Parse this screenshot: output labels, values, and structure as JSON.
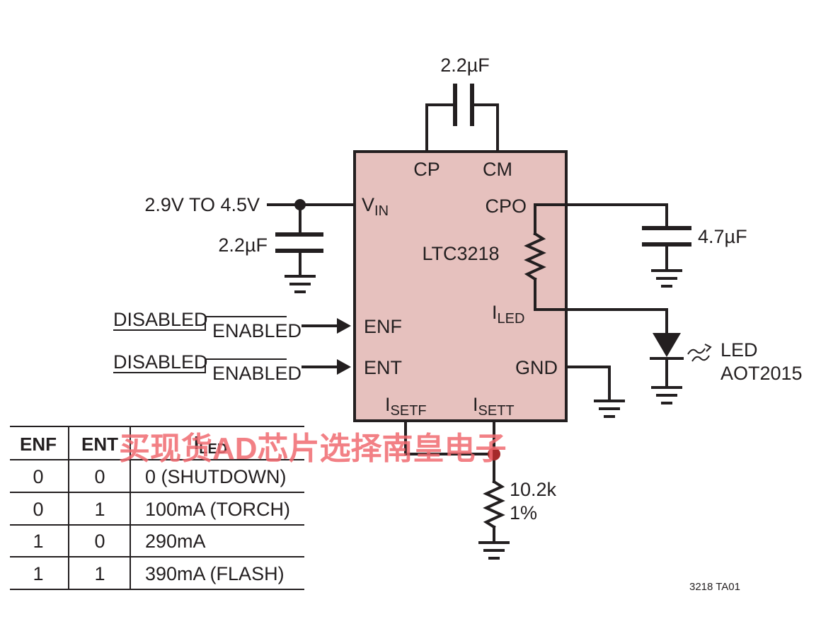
{
  "colors": {
    "chip_fill": "#e6c1be",
    "wire": "#231f20",
    "node_dot": "#a52a2a",
    "watermark": "#f06a70"
  },
  "chip": {
    "name": "LTC3218",
    "pins": {
      "cp": "CP",
      "cm": "CM",
      "vin": "V",
      "vin_sub": "IN",
      "cpo": "CPO",
      "iled": "I",
      "iled_sub": "LED",
      "enf": "ENF",
      "ent": "ENT",
      "gnd": "GND",
      "isetf": "I",
      "isetf_sub": "SETF",
      "isett": "I",
      "isett_sub": "SETT"
    }
  },
  "components": {
    "flying_cap": "2.2µF",
    "input_voltage": "2.9V TO 4.5V",
    "input_cap": "2.2µF",
    "output_cap": "4.7µF",
    "led_label": "LED",
    "led_part": "AOT2015",
    "set_res_value": "10.2k",
    "set_res_tol": "1%"
  },
  "signals": {
    "enf_low": "DISABLED",
    "enf_high": "ENABLED",
    "ent_low": "DISABLED",
    "ent_high": "ENABLED"
  },
  "table": {
    "headers": {
      "enf": "ENF",
      "ent": "ENT",
      "iled": "I",
      "iled_sub": "LED"
    },
    "rows": [
      {
        "enf": "0",
        "ent": "0",
        "iled": "0 (SHUTDOWN)"
      },
      {
        "enf": "0",
        "ent": "1",
        "iled": "100mA (TORCH)"
      },
      {
        "enf": "1",
        "ent": "0",
        "iled": "290mA"
      },
      {
        "enf": "1",
        "ent": "1",
        "iled": "390mA (FLASH)"
      }
    ]
  },
  "figure_id": "3218 TA01",
  "watermark": "买现货AD芯片选择南皇电子"
}
